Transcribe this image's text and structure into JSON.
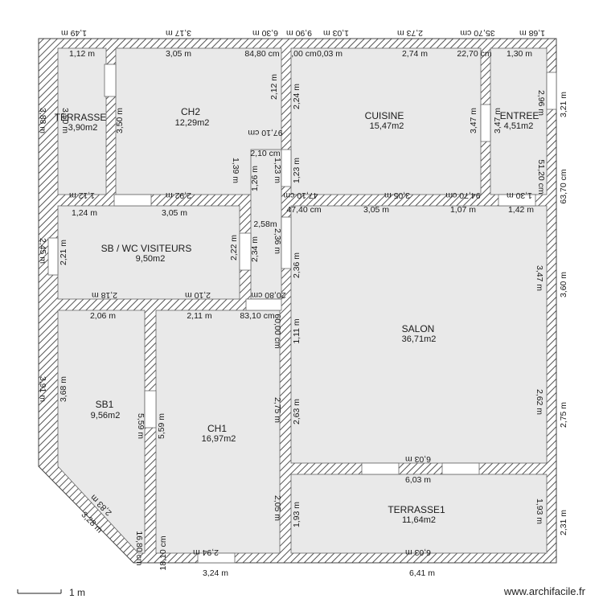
{
  "plan": {
    "rooms": [
      {
        "id": "terrasse-left",
        "name": "TERRASSE",
        "area": "3,90m2"
      },
      {
        "id": "ch2",
        "name": "CH2",
        "area": "12,29m2"
      },
      {
        "id": "cuisine",
        "name": "CUISINE",
        "area": "15,47m2"
      },
      {
        "id": "entree",
        "name": "ENTREE",
        "area": "4,51m2"
      },
      {
        "id": "sb-wc",
        "name": "SB / WC VISITEURS",
        "area": "9,50m2"
      },
      {
        "id": "salon",
        "name": "SALON",
        "area": "36,71m2"
      },
      {
        "id": "sb1",
        "name": "SB1",
        "area": "9,56m2"
      },
      {
        "id": "ch1",
        "name": "CH1",
        "area": "16,97m2"
      },
      {
        "id": "terrasse1",
        "name": "TERRASSE1",
        "area": "11,64m2"
      }
    ],
    "dimensions": [
      "1,49 m",
      "3,17 m",
      "6,30 m",
      "9,90 m",
      "1,03 m",
      "2,73 m",
      "35,70 cm",
      "1,68 m",
      "1,12 m",
      "3,05 m",
      "84,80 cm",
      ",00 cm",
      "0,03 m",
      "2,74 m",
      "22,70 cm",
      "1,30 m",
      "3,88 m",
      "3,50 m",
      "3,50 m",
      "2,12 m",
      "2,24 m",
      "3,47 m",
      "3,47 m",
      "2,96 m",
      "3,21 m",
      "97,10 cm",
      "2,10 cm",
      "1,39 m",
      "1,26 m",
      "1,23 m",
      "1,23 m",
      "51,20 cm",
      "63,70 cm",
      "1,12 m",
      "2,92 m",
      "47,10 cm",
      "3,05 m",
      "94,70 cm",
      "1,30 m",
      "1,24 m",
      "3,05 m",
      "47,40 cm",
      "3,05 m",
      "1,07 m",
      "1,42 m",
      "2,45 m",
      "2,21 m",
      "2,22 m",
      "2,58m",
      "2,34 m",
      "2,36 m",
      "2,36 m",
      "3,47 m",
      "3,60 m",
      "2,18 m",
      "2,10 m",
      "20,80 cm",
      "2,06 m",
      "2,11 m",
      "83,10 cm",
      "60,00 cm",
      "1,11 m",
      "3,91 m",
      "3,68 m",
      "5,59 m",
      "5,59 m",
      "2,75 m",
      "2,63 m",
      "2,62 m",
      "2,75 m",
      "6,03 m",
      "6,03 m",
      "2,83 m",
      "3,28 m",
      "2,05 m",
      "1,93 m",
      "1,93 m",
      "2,31 m",
      "16,80 cm",
      "18,10 cm",
      "2,94 m",
      "6,03 m",
      "3,24 m",
      "6,41 m"
    ]
  },
  "scale_label": "1 m",
  "watermark": "www.archifacile.fr",
  "colors": {
    "wall_hatch": "#555555",
    "room_fill": "#e9e9e9",
    "background": "#ffffff"
  }
}
